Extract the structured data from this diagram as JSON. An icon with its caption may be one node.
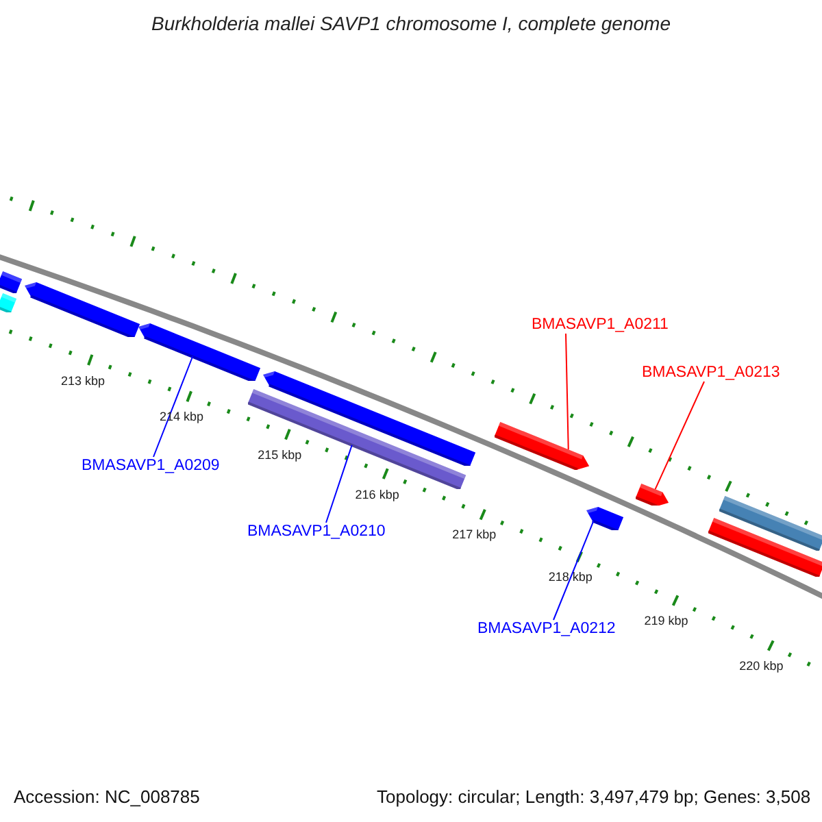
{
  "diagram": {
    "title": "Burkholderia mallei SAVP1 chromosome I, complete genome",
    "nodes": [
      {
        "text": [],
        "shape": "bar"
      },
      {
        "text": [],
        "shape": "bar"
      },
      {
        "text": [],
        "shape": "arrow"
      },
      {
        "text": [],
        "shape": "arrow"
      },
      {
        "text": [],
        "shape": "arrow"
      },
      {
        "text": [],
        "shape": "bar"
      },
      {
        "text": [],
        "shape": "arrow"
      },
      {
        "text": [],
        "shape": "arrow"
      },
      {
        "text": [],
        "shape": "arrow"
      },
      {
        "text": [],
        "shape": "bar"
      },
      {
        "text": [],
        "shape": "bar"
      },
      {
        "text": [
          "BMASAVP1_A0211"
        ]
      },
      {
        "text": [
          "BMASAVP1_A0213"
        ]
      },
      {
        "text": [
          "BMASAVP1_A0209"
        ]
      },
      {
        "text": [
          "BMASAVP1_A0210"
        ]
      },
      {
        "text": [
          "BMASAVP1_A0212"
        ]
      }
    ],
    "edges": [
      {
        "from": 11,
        "to": 6,
        "arrow": "none",
        "color": "#ff0000"
      },
      {
        "from": 12,
        "to": 8,
        "arrow": "none",
        "color": "#ff0000"
      },
      {
        "from": 13,
        "to": 3,
        "arrow": "none"
      },
      {
        "from": 14,
        "to": 5,
        "arrow": "none"
      },
      {
        "from": 15,
        "to": 7,
        "arrow": "none"
      }
    ],
    "labels": [
      "213 kbp",
      "214 kbp",
      "215 kbp",
      "216 kbp",
      "217 kbp",
      "218 kbp",
      "219 kbp",
      "220 kbp",
      "Accession: NC_008785",
      "Topology: circular; Length: 3,497,479 bp; Genes: 3,508"
    ]
  }
}
